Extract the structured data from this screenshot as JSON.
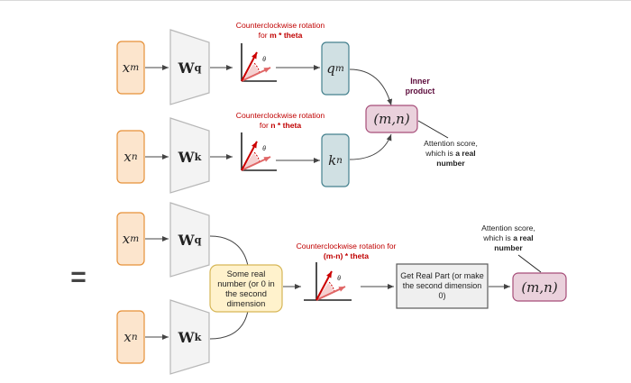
{
  "top": {
    "xm": "x",
    "xm_sub": "m",
    "xn": "x",
    "xn_sub": "n",
    "wq": "W",
    "wq_sub": "q",
    "wk": "W",
    "wk_sub": "k",
    "qm": "q",
    "qm_sub": "m",
    "kn": "k",
    "kn_sub": "n",
    "rot_q_text": "Counterclockwise rotation for ",
    "rot_q_bold": "m * theta",
    "rot_k_text": "Counterclockwise rotation for ",
    "rot_k_bold": "n * theta",
    "inner_product": "Inner product",
    "inner_box": "(m,n)",
    "score_text": "Attention score, which is ",
    "score_bold": "a real number"
  },
  "bottom": {
    "equals": "=",
    "xm": "x",
    "xm_sub": "m",
    "xn": "x",
    "xn_sub": "n",
    "wq": "W",
    "wq_sub": "q",
    "wk": "W",
    "wk_sub": "k",
    "real_box": "Some real number (or 0 in the second dimension",
    "rot_text": "Counterclockwise rotation for ",
    "rot_bold": "(m-n) * theta",
    "get_real": "Get Real Part (or make the second dimension 0)",
    "score_text": "Attention score, which is ",
    "score_bold": "a real number",
    "result_box": "(m,n)"
  },
  "theta": "θ",
  "colors": {
    "input_fill": "#fce5cd",
    "input_stroke": "#e69138",
    "weight_fill": "#f3f3f3",
    "weight_stroke": "#b7b7b7",
    "qk_fill": "#d0e0e3",
    "qk_stroke": "#45818e",
    "pink_fill": "#ead1dc",
    "pink_stroke": "#a64d79",
    "yellow_fill": "#fff2cc",
    "yellow_stroke": "#d6b656",
    "gray_fill": "#efefef",
    "gray_stroke": "#595959",
    "red": "#c00000",
    "arrow_light": "#e06666"
  }
}
